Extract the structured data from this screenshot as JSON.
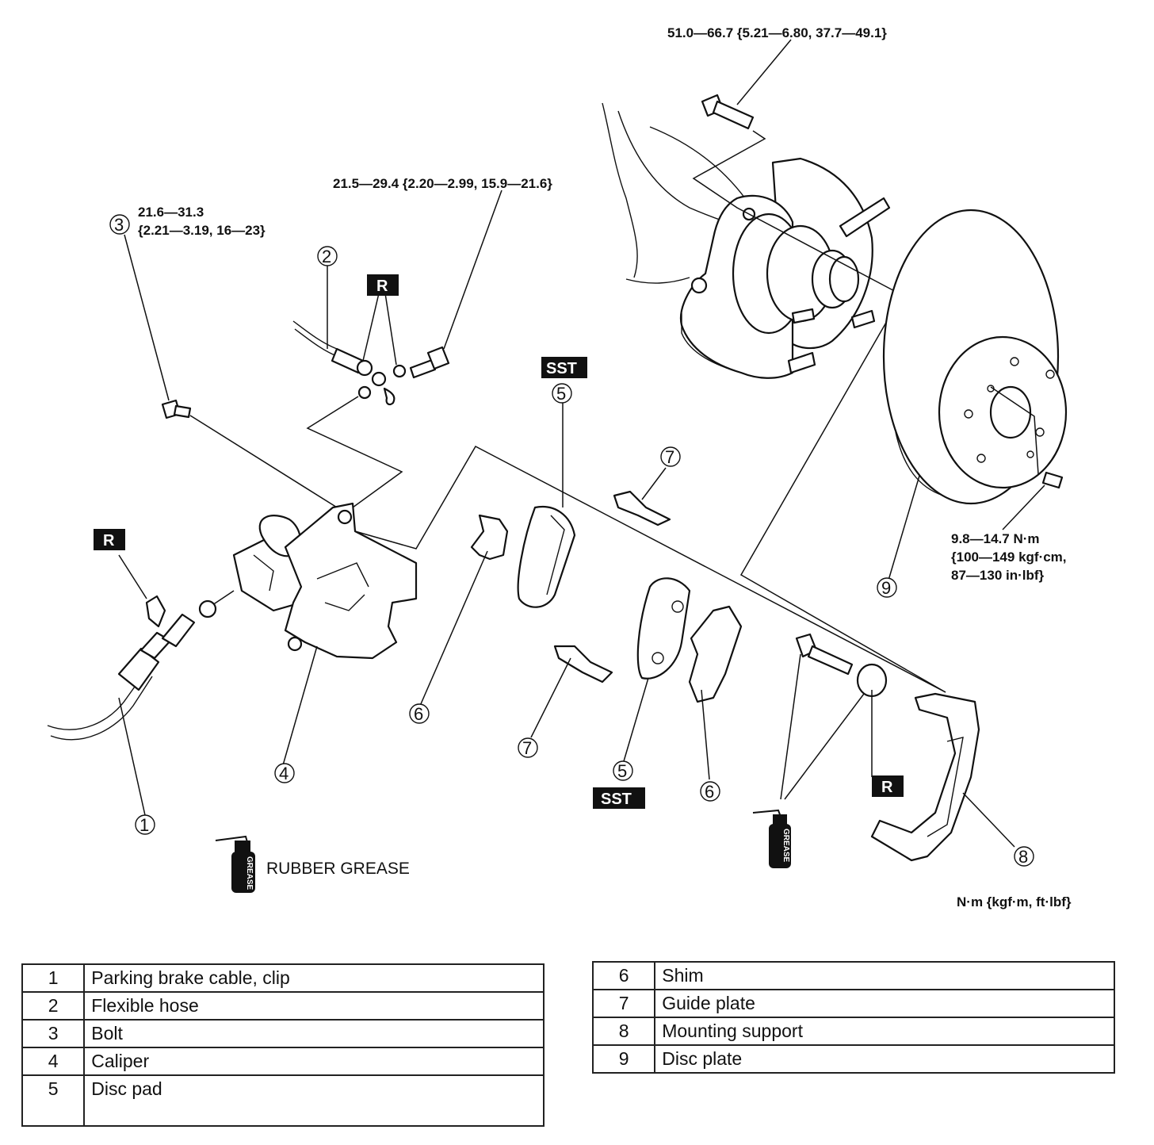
{
  "torque_specs": {
    "hub_bolt": "51.0—66.7 {5.21—6.80, 37.7—49.1}",
    "hose_bolt": "21.5—29.4 {2.20—2.99, 15.9—21.6}",
    "caliper_bolt_line1": "21.6—31.3",
    "caliper_bolt_line2": "{2.21—3.19, 16—23}",
    "disc_screw_line1": "9.8—14.7 N·m",
    "disc_screw_line2": "{100—149 kgf·cm,",
    "disc_screw_line3": "87—130 in·lbf}"
  },
  "tags": {
    "replace": "R",
    "sst": "SST",
    "grease": "GREASE"
  },
  "callouts": {
    "c1": "1",
    "c2": "2",
    "c3": "3",
    "c4": "4",
    "c5a": "5",
    "c5b": "5",
    "c6a": "6",
    "c6b": "6",
    "c7a": "7",
    "c7b": "7",
    "c8": "8",
    "c9": "9"
  },
  "legend": {
    "grease_label": "RUBBER GREASE",
    "units": "N·m {kgf·m, ft·lbf}"
  },
  "parts_left": [
    {
      "num": "1",
      "name": "Parking brake cable, clip"
    },
    {
      "num": "2",
      "name": "Flexible hose"
    },
    {
      "num": "3",
      "name": "Bolt"
    },
    {
      "num": "4",
      "name": "Caliper"
    },
    {
      "num": "5",
      "name": "Disc pad"
    }
  ],
  "parts_right": [
    {
      "num": "6",
      "name": "Shim"
    },
    {
      "num": "7",
      "name": "Guide plate"
    },
    {
      "num": "8",
      "name": "Mounting support"
    },
    {
      "num": "9",
      "name": "Disc plate"
    }
  ]
}
